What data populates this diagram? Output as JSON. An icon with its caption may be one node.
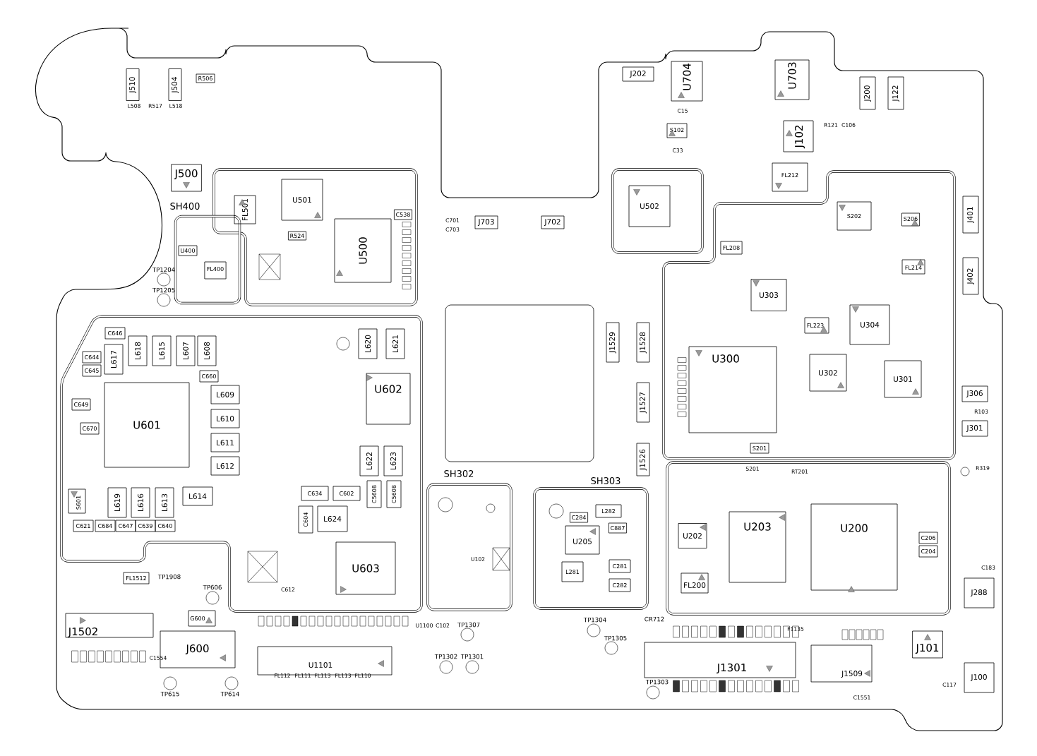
{
  "diagram": {
    "nodes": [
      {
        "text": [
          "J510"
        ]
      },
      {
        "text": [
          "J504"
        ]
      },
      {
        "text": [
          "R506"
        ]
      },
      {
        "text": [
          "J500"
        ]
      },
      {
        "text": [
          "SH400"
        ]
      },
      {
        "text": [
          "U400"
        ],
        "in": 4
      },
      {
        "text": [
          "FL400"
        ],
        "in": 4
      },
      {
        "text": [
          "FL501"
        ]
      },
      {
        "text": [
          "U501"
        ]
      },
      {
        "text": [
          "R524"
        ]
      },
      {
        "text": [
          "C538"
        ]
      },
      {
        "text": [
          "U500"
        ]
      },
      {
        "text": [
          "J703"
        ]
      },
      {
        "text": [
          "J702"
        ]
      },
      {
        "text": [
          "J202"
        ]
      },
      {
        "text": [
          "U704"
        ]
      },
      {
        "text": [
          "U703"
        ]
      },
      {
        "text": [
          "J200"
        ]
      },
      {
        "text": [
          "J122"
        ]
      },
      {
        "text": [
          "S102"
        ]
      },
      {
        "text": [
          "J102"
        ]
      },
      {
        "text": [
          "FL212"
        ]
      },
      {
        "text": [
          "U502"
        ]
      },
      {
        "text": [
          "S202"
        ]
      },
      {
        "text": [
          "S206"
        ]
      },
      {
        "text": [
          "J401"
        ]
      },
      {
        "text": [
          "J402"
        ]
      },
      {
        "text": [
          "FL208"
        ]
      },
      {
        "text": [
          "FL214"
        ]
      },
      {
        "text": [
          "U303"
        ]
      },
      {
        "text": [
          "FL223"
        ]
      },
      {
        "text": [
          "U304"
        ]
      },
      {
        "text": [],
        "shape": "box"
      },
      {
        "text": [
          "J1529"
        ]
      },
      {
        "text": [
          "J1528"
        ]
      },
      {
        "text": [
          "J1527"
        ]
      },
      {
        "text": [
          "J1526"
        ]
      },
      {
        "text": [
          "U300"
        ]
      },
      {
        "text": [
          "U302"
        ]
      },
      {
        "text": [
          "U301"
        ]
      },
      {
        "text": [
          "J306"
        ]
      },
      {
        "text": [
          "J301"
        ]
      },
      {
        "text": [
          "S201"
        ]
      },
      {
        "text": [
          "C646"
        ]
      },
      {
        "text": [
          "C644"
        ]
      },
      {
        "text": [
          "C645"
        ]
      },
      {
        "text": [
          "L617"
        ]
      },
      {
        "text": [
          "L618"
        ]
      },
      {
        "text": [
          "L615"
        ]
      },
      {
        "text": [
          "L607"
        ]
      },
      {
        "text": [
          "L608"
        ]
      },
      {
        "text": [
          "C660"
        ]
      },
      {
        "text": [
          "C649"
        ]
      },
      {
        "text": [
          "C670"
        ]
      },
      {
        "text": [
          "U601"
        ]
      },
      {
        "text": [
          "L609"
        ]
      },
      {
        "text": [
          "L610"
        ]
      },
      {
        "text": [
          "L611"
        ]
      },
      {
        "text": [
          "L612"
        ]
      },
      {
        "text": [
          "L620"
        ]
      },
      {
        "text": [
          "L621"
        ]
      },
      {
        "text": [
          "U602"
        ]
      },
      {
        "text": [
          "L622"
        ]
      },
      {
        "text": [
          "L623"
        ]
      },
      {
        "text": [
          "S601"
        ]
      },
      {
        "text": [
          "L619"
        ]
      },
      {
        "text": [
          "L616"
        ]
      },
      {
        "text": [
          "L613"
        ]
      },
      {
        "text": [
          "L614"
        ]
      },
      {
        "text": [
          "C621"
        ]
      },
      {
        "text": [
          "C684"
        ]
      },
      {
        "text": [
          "C647"
        ]
      },
      {
        "text": [
          "C639"
        ]
      },
      {
        "text": [
          "C640"
        ]
      },
      {
        "text": [
          "C634"
        ]
      },
      {
        "text": [
          "C602"
        ]
      },
      {
        "text": [
          "C5608"
        ]
      },
      {
        "text": [
          "C5608"
        ]
      },
      {
        "text": [
          "C604"
        ]
      },
      {
        "text": [
          "L624"
        ]
      },
      {
        "text": [
          "U603"
        ]
      },
      {
        "text": [
          "SH302"
        ]
      },
      {
        "text": [
          "SH303"
        ]
      },
      {
        "text": [
          "L282"
        ],
        "in": 82
      },
      {
        "text": [
          "C284"
        ],
        "in": 82
      },
      {
        "text": [
          "C887"
        ],
        "in": 82
      },
      {
        "text": [
          "U205"
        ],
        "in": 82
      },
      {
        "text": [
          "L281"
        ],
        "in": 82
      },
      {
        "text": [
          "C281"
        ],
        "in": 82
      },
      {
        "text": [
          "C282"
        ],
        "in": 82
      },
      {
        "text": [
          "U203"
        ]
      },
      {
        "text": [
          "U200"
        ]
      },
      {
        "text": [
          "U202"
        ]
      },
      {
        "text": [
          "C206"
        ]
      },
      {
        "text": [
          "C204"
        ]
      },
      {
        "text": [
          "FL200"
        ]
      },
      {
        "text": [
          "J288"
        ]
      },
      {
        "text": [
          "FL1512"
        ]
      },
      {
        "text": [
          "J1502"
        ]
      },
      {
        "text": [
          "G600"
        ]
      },
      {
        "text": [
          "J600"
        ]
      },
      {
        "text": [
          "U1101"
        ]
      },
      {
        "text": [
          "J1301"
        ]
      },
      {
        "text": [
          "J1509"
        ]
      },
      {
        "text": [
          "J101"
        ]
      },
      {
        "text": [
          "J100"
        ]
      }
    ],
    "labels": [
      "L508",
      "R517",
      "L518",
      "TP1204",
      "TP1205",
      "C701",
      "C703",
      "C15",
      "C33",
      "R121",
      "C106",
      "TP1908",
      "TP606",
      "C612",
      "U102",
      "S201",
      "RT201",
      "R103",
      "R319",
      "C183",
      "C1554",
      "TP615",
      "TP614",
      "FL112",
      "FL111",
      "FL113",
      "FL113",
      "FL110",
      "U1100",
      "C102",
      "TP1307",
      "TP1302",
      "TP1301",
      "TP1304",
      "CR712",
      "TP1305",
      "F1135",
      "TP1303",
      "C117",
      "C1551"
    ]
  }
}
